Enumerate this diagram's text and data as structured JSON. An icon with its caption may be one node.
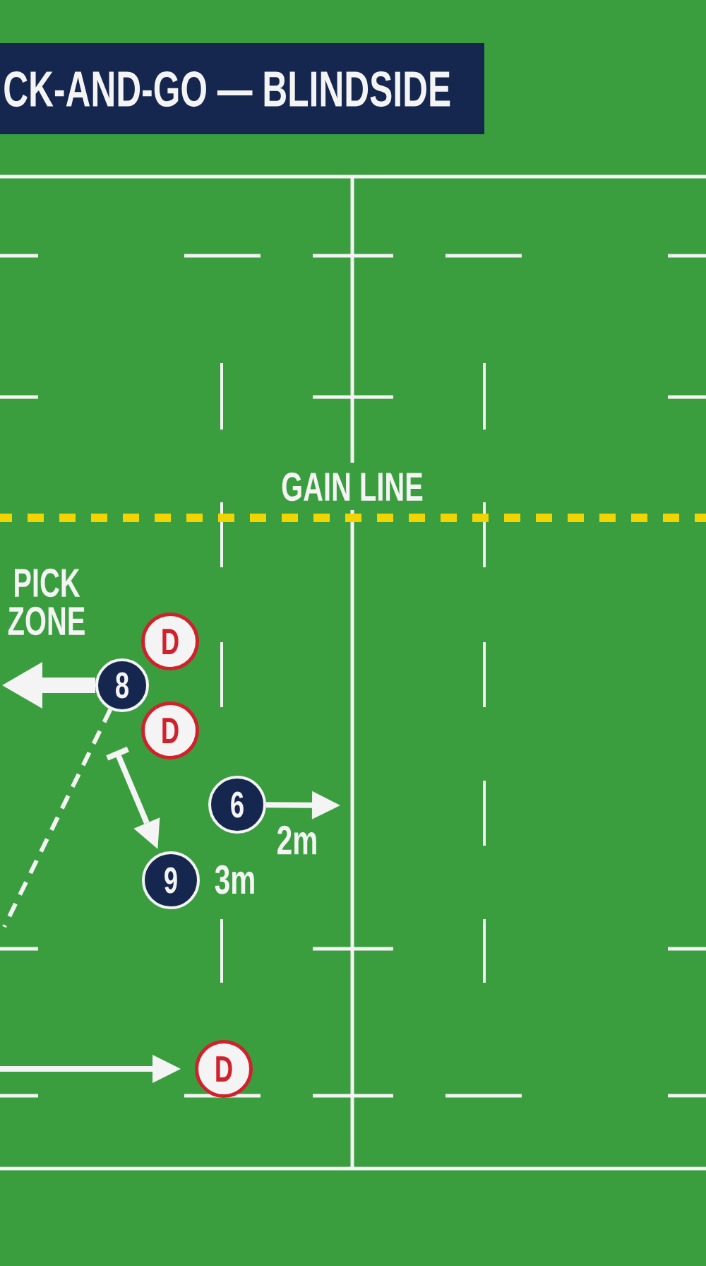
{
  "diagram": {
    "title": "CK-AND-GO — BLINDSIDE",
    "nodes": [
      {
        "text": [
          "D"
        ]
      },
      {
        "text": [
          "8"
        ]
      },
      {
        "text": [
          "D"
        ]
      },
      {
        "text": [
          "6"
        ]
      },
      {
        "text": [
          "9"
        ],
        "beside": [
          "3m"
        ]
      },
      {
        "text": [
          "D"
        ]
      }
    ],
    "edges": [
      {
        "from": 1,
        "to": null,
        "arrow": "to",
        "style": "thick"
      },
      {
        "from": 1,
        "to": null,
        "arrow": "none",
        "style": "dashed"
      },
      {
        "from": null,
        "to": 4,
        "arrow": "to"
      },
      {
        "from": 3,
        "to": null,
        "arrow": "to",
        "label": "2m"
      },
      {
        "from": null,
        "to": 5,
        "arrow": "to"
      }
    ],
    "labels": [
      "GAIN LINE",
      "PICK ZONE"
    ]
  }
}
